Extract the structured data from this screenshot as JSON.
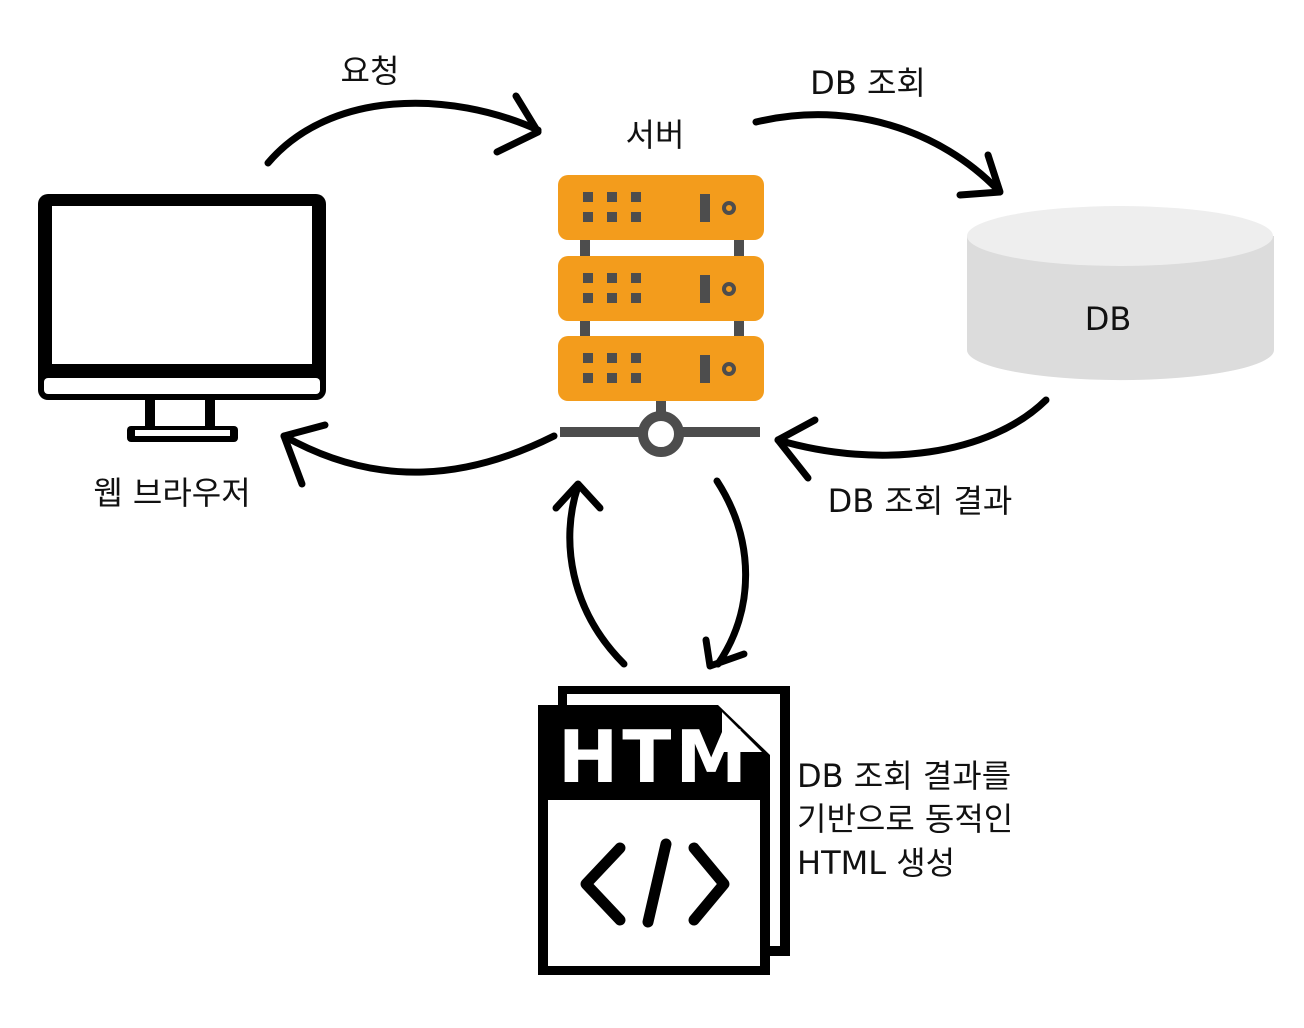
{
  "labels": {
    "request": "요청",
    "server": "서버",
    "db_query": "DB 조회",
    "db": "DB",
    "browser": "웹 브라우저",
    "db_result": "DB 조회 결과",
    "html_gen": [
      "DB 조회 결과를",
      "기반으로 동적인",
      "HTML 생성"
    ],
    "html_icon_text": "HTM"
  },
  "colors": {
    "server": "#f39c1c",
    "server_detail": "#4d4d4d",
    "db": "#dcdcdc"
  }
}
